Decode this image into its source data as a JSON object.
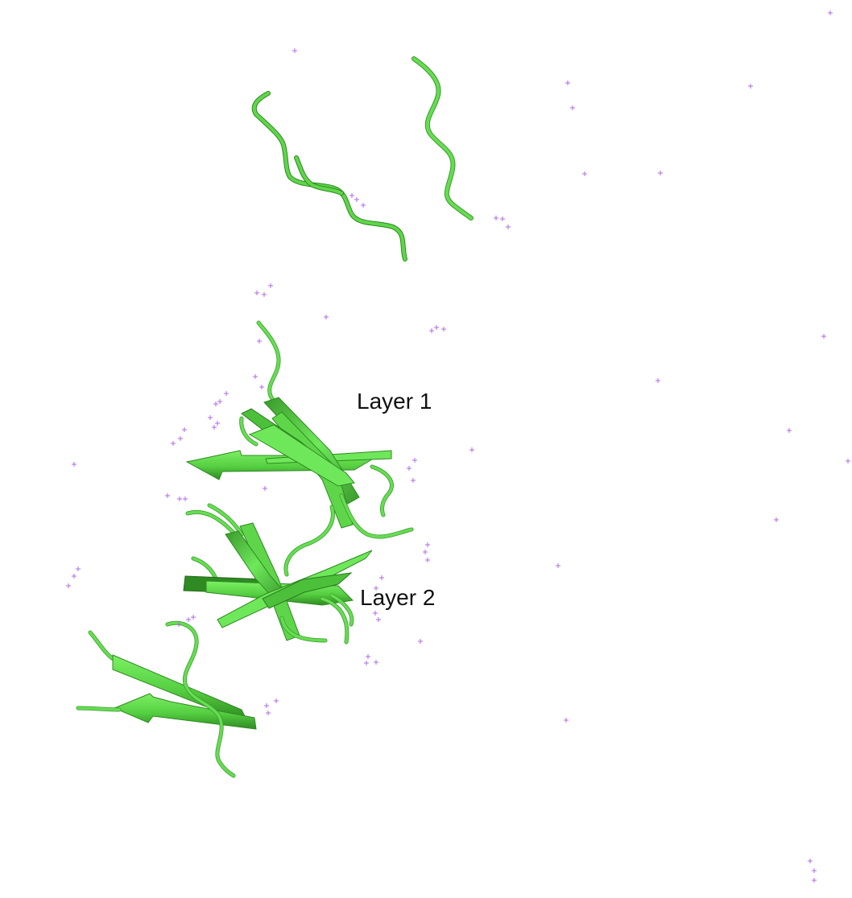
{
  "labels": {
    "layer_1": "Layer 1",
    "layer_2": "Layer 2"
  },
  "colors": {
    "background": "#ffffff",
    "ribbon_light": "#6ee85a",
    "ribbon_mid": "#52c93f",
    "ribbon_dark": "#2f8a22",
    "coil": "#5fd64a",
    "water": "#b06ae6",
    "text": "#111111"
  },
  "icons": {
    "ribbon": "beta-strand-arrow",
    "coil": "loop-tube",
    "water": "water-cross-marker"
  }
}
